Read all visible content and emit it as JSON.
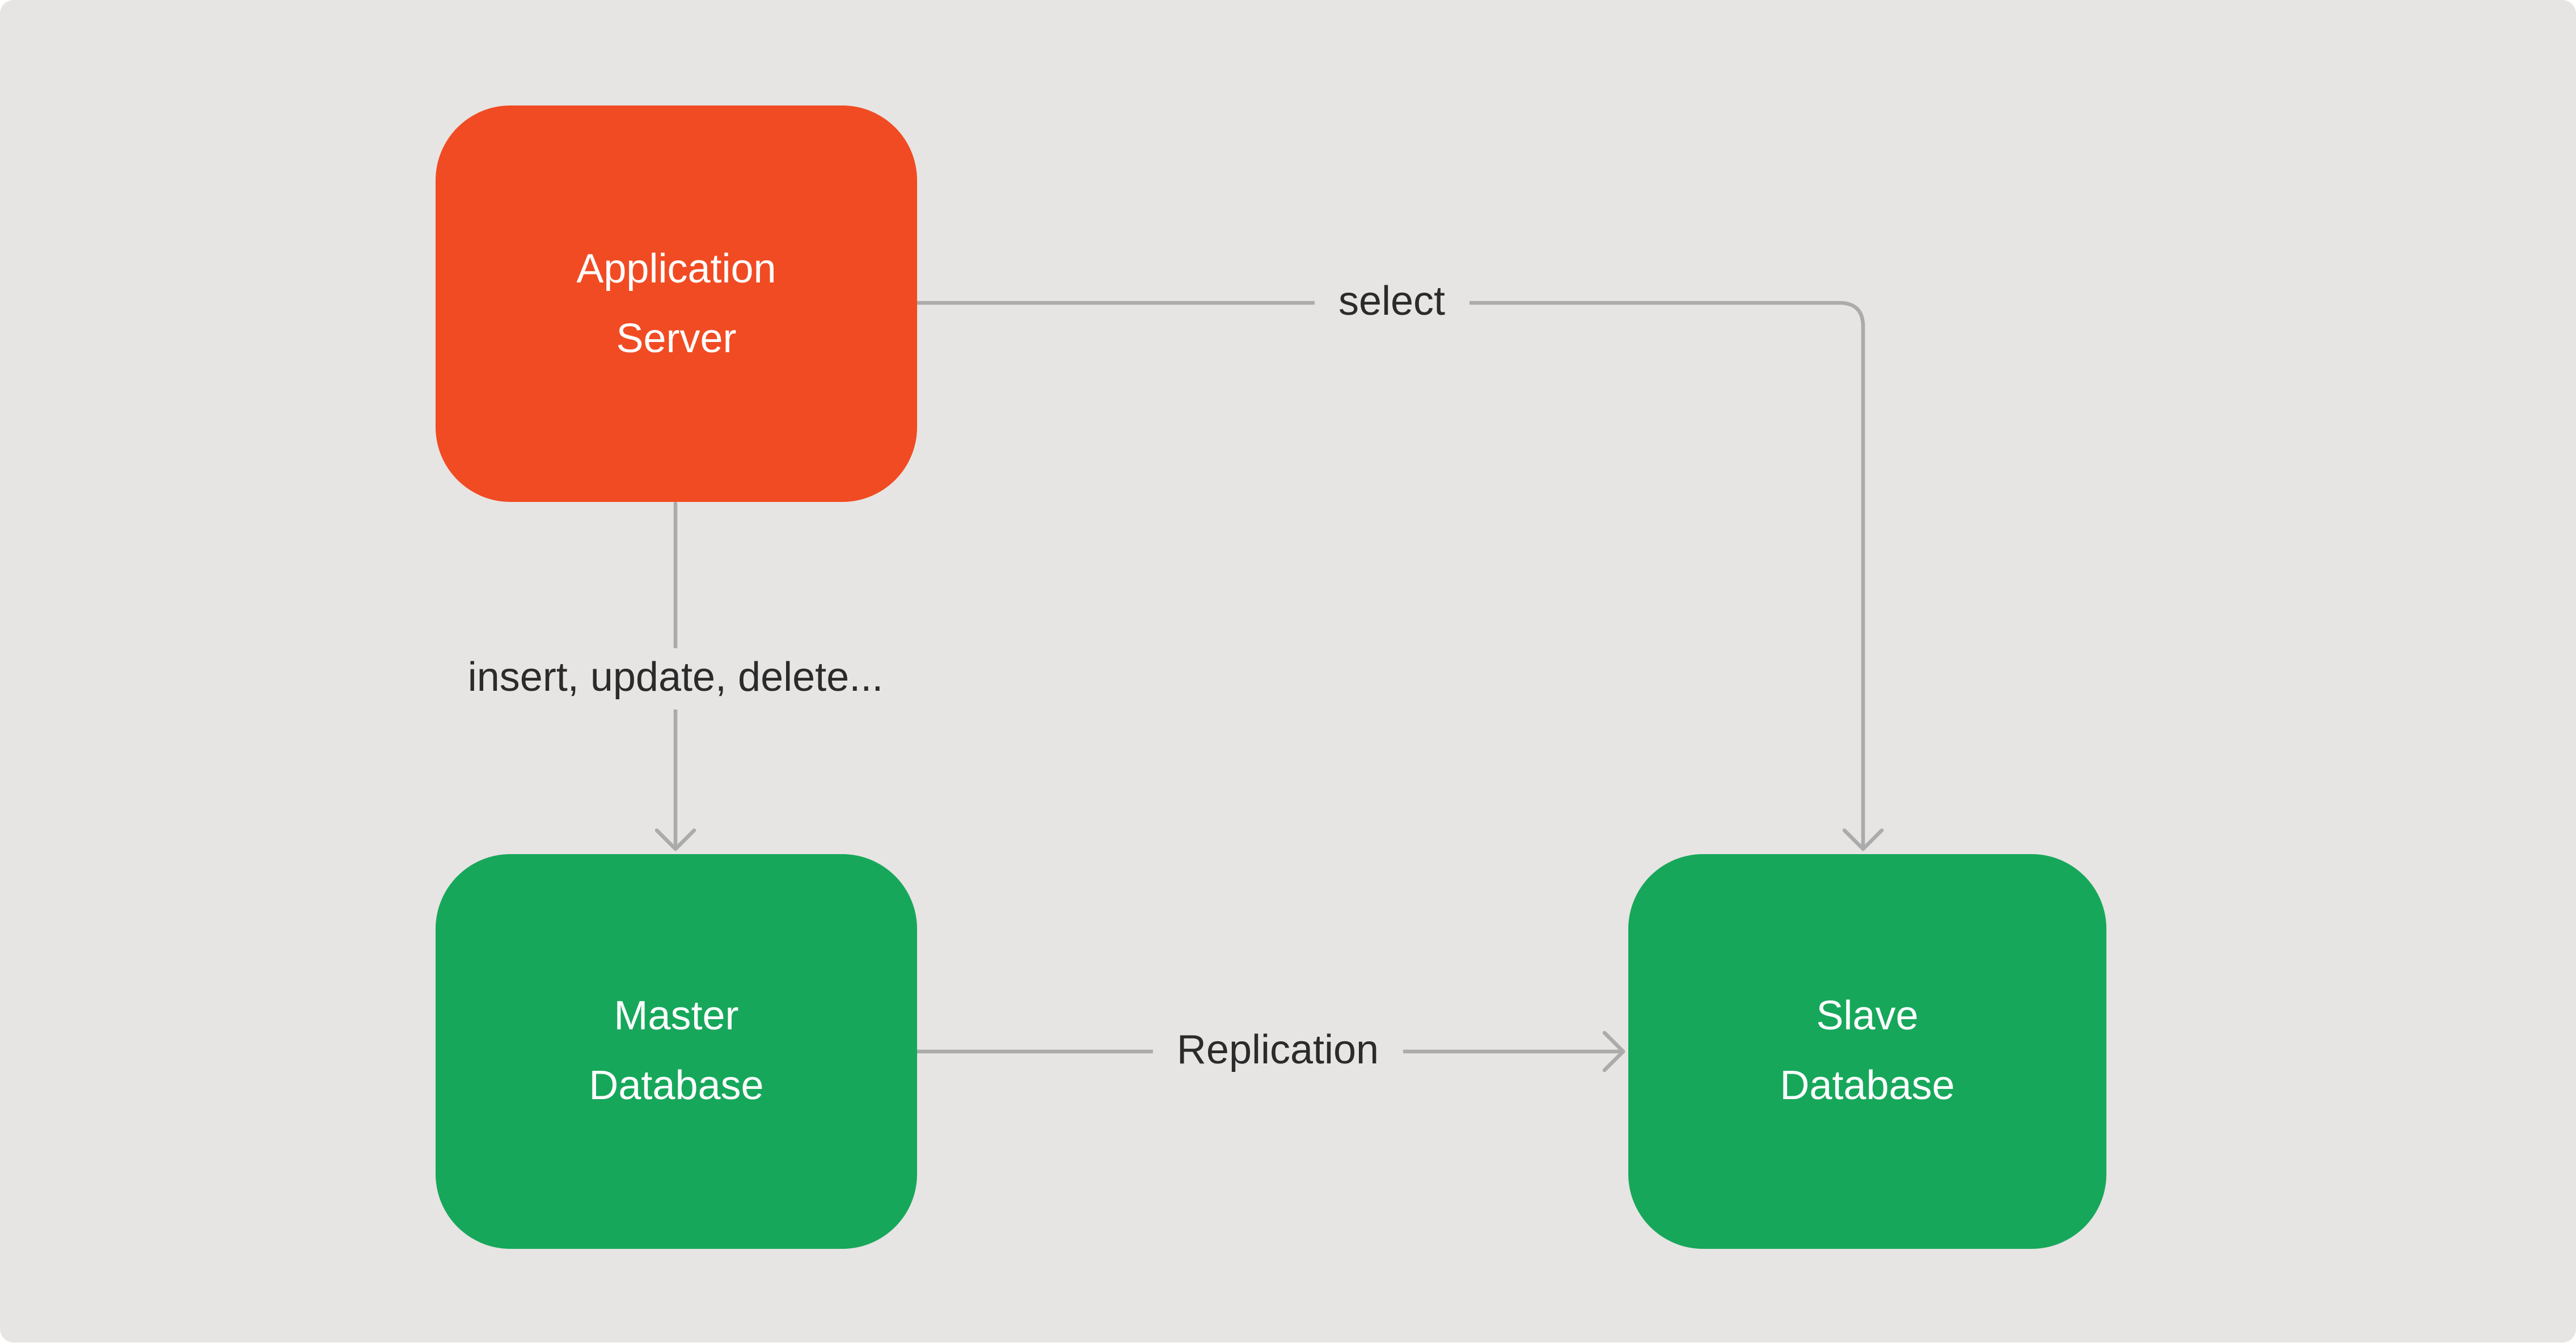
{
  "diagram": {
    "background_color": "#e6e5e3",
    "connector_color": "#ababab",
    "edge_label_color": "#2b2b2b",
    "nodes": [
      {
        "id": "application-server",
        "line1": "Application",
        "line2": "Server",
        "fill": "#f14b23",
        "text_color": "#ffffff"
      },
      {
        "id": "master-database",
        "line1": "Master",
        "line2": "Database",
        "fill": "#17a75b",
        "text_color": "#ffffff"
      },
      {
        "id": "slave-database",
        "line1": "Slave",
        "line2": "Database",
        "fill": "#17a75b",
        "text_color": "#ffffff"
      }
    ],
    "edges": [
      {
        "id": "select",
        "label": "select",
        "from": "application-server",
        "to": "slave-database"
      },
      {
        "id": "writes",
        "label": "insert, update, delete...",
        "from": "application-server",
        "to": "master-database"
      },
      {
        "id": "replication",
        "label": "Replication",
        "from": "master-database",
        "to": "slave-database"
      }
    ]
  }
}
